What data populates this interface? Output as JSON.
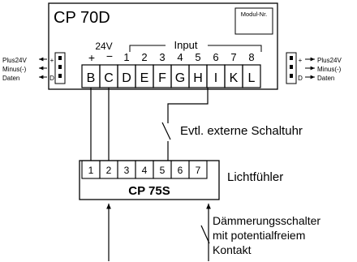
{
  "top_module": {
    "title": "CP 70D",
    "modul_label": "Modul-Nr.",
    "voltage_label": "24V",
    "plus": "+",
    "minus": "−",
    "input_label": "Input",
    "input_numbers": [
      "1",
      "2",
      "3",
      "4",
      "5",
      "6",
      "7",
      "8"
    ],
    "terminals": [
      "B",
      "C",
      "D",
      "E",
      "F",
      "G",
      "H",
      "I",
      "K",
      "L"
    ]
  },
  "left_bus": {
    "plus": "Plus24V",
    "minus": "Minus(-)",
    "data": "Daten",
    "pin_plus": "+",
    "pin_data": "D"
  },
  "right_bus": {
    "plus": "Plus24V",
    "minus": "Minus(-)",
    "data": "Daten",
    "pin_plus": "+",
    "pin_data": "D"
  },
  "timer_note": "Evtl. externe Schaltuhr",
  "bottom_module": {
    "title": "CP 75S",
    "terminals": [
      "1",
      "2",
      "3",
      "4",
      "5",
      "6",
      "7"
    ],
    "side_label": "Lichtfühler"
  },
  "switch_note": [
    "Dämmerungsschalter",
    "mit potentialfreiem",
    "Kontakt"
  ]
}
